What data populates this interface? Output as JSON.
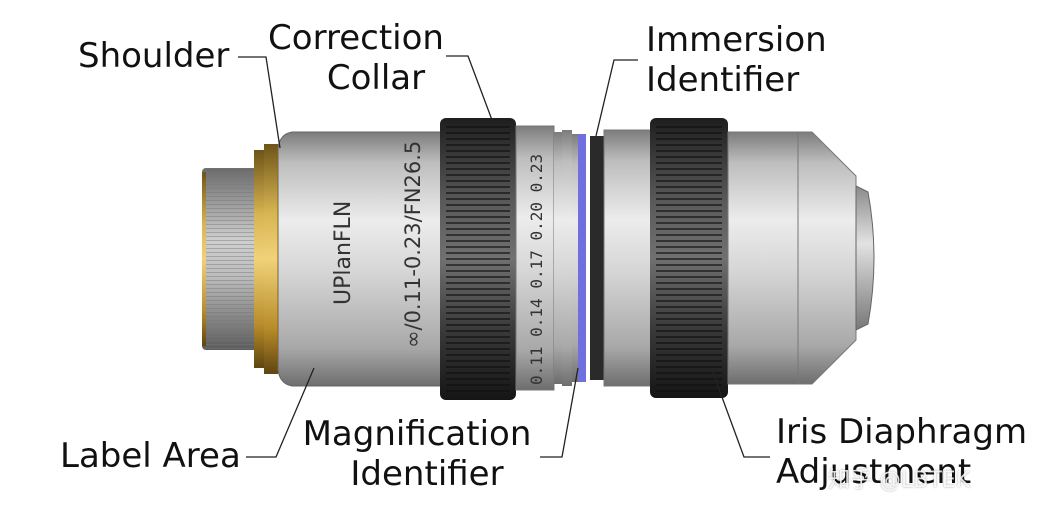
{
  "labels": {
    "shoulder": "Shoulder",
    "correction_collar": [
      "Correction",
      "Collar"
    ],
    "immersion_identifier": [
      "Immersion",
      "Identifier"
    ],
    "label_area": "Label Area",
    "magnification_identifier": [
      "Magnification",
      "Identifier"
    ],
    "iris_diaphragm_adjustment": [
      "Iris Diaphragm",
      "Adjustment"
    ]
  },
  "engraving": {
    "model": "UPlanFLN",
    "spec": "∞/0.11-0.23/FN26.5",
    "collar_scale": "0.11  0.14  0.17  0.20  0.23"
  },
  "watermark": "知乎 @LBTEK",
  "colors": {
    "barrel_light": "#e4e4e4",
    "barrel_dark": "#8a8a8a",
    "knurl_dark": "#2b2b2b",
    "gold_ring": "#c9a23a",
    "immersion_blue": "#6f6fe0",
    "leader_line": "#222222"
  }
}
